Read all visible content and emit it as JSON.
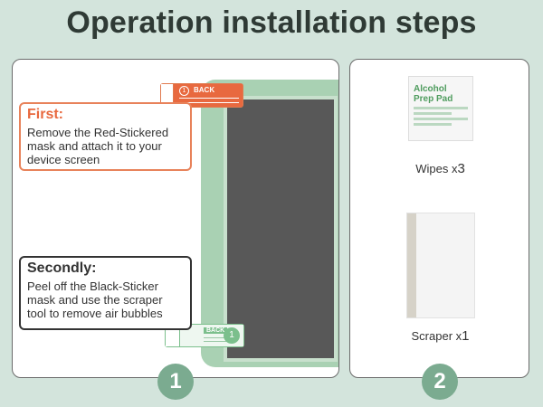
{
  "title": "Operation installation steps",
  "left_panel": {
    "callout_first": {
      "heading": "First:",
      "text": "Remove the Red-Stickered mask and attach it to your device screen"
    },
    "callout_second": {
      "heading": "Secondly:",
      "text": "Peel off the Black-Sticker mask and use the scraper tool to remove air bubbles"
    },
    "sticker_red": {
      "label": "BACK",
      "number": "1"
    },
    "sticker_black": {
      "label": "BACK",
      "number": "1"
    },
    "step_number": "1"
  },
  "right_panel": {
    "wipe_pack": {
      "title_line1": "Alcohol",
      "title_line2": "Prep Pad"
    },
    "wipes": {
      "label": "Wipes",
      "qty_prefix": "x",
      "qty": "3"
    },
    "scraper": {
      "label": "Scraper",
      "qty_prefix": "x",
      "qty": "1"
    },
    "step_number": "2"
  },
  "colors": {
    "background": "#d3e4dc",
    "accent_orange": "#e8693f",
    "accent_green": "#7bab90",
    "device_frame": "#a9d1b3"
  }
}
